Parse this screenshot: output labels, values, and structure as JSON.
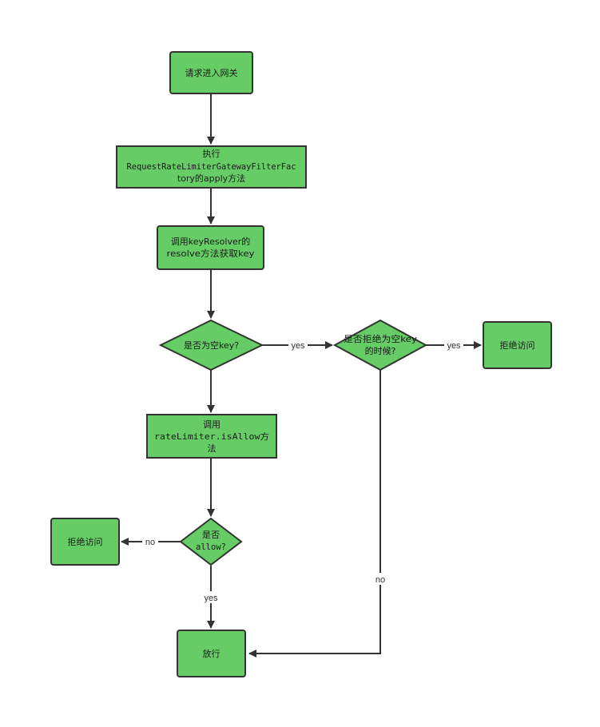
{
  "nodes": {
    "enter_gateway": {
      "lines": [
        "请求进入网关"
      ]
    },
    "execute_apply": {
      "lines": [
        "执行",
        "RequestRateLimiterGatewayFilterFac",
        "tory的apply方法"
      ]
    },
    "key_resolver": {
      "lines": [
        "调用keyResolver的",
        "resolve方法获取key"
      ]
    },
    "is_empty_key": {
      "lines": [
        "是否为空key?"
      ]
    },
    "deny_empty_key": {
      "lines": [
        "是否拒绝为空key",
        "的时候?"
      ]
    },
    "deny_access_right": {
      "lines": [
        "拒绝访问"
      ]
    },
    "call_is_allow": {
      "lines": [
        "调用",
        "rateLimiter.isAllow方",
        "法"
      ]
    },
    "is_allow": {
      "lines": [
        "是否",
        "allow?"
      ]
    },
    "deny_access_left": {
      "lines": [
        "拒绝访问"
      ]
    },
    "pass": {
      "lines": [
        "放行"
      ]
    }
  },
  "edges": {
    "empty_yes": "yes",
    "deny_yes": "yes",
    "deny_no": "no",
    "allow_no": "no",
    "allow_yes": "yes"
  },
  "colors": {
    "node_fill": "#66cc66",
    "stroke": "#333333"
  }
}
